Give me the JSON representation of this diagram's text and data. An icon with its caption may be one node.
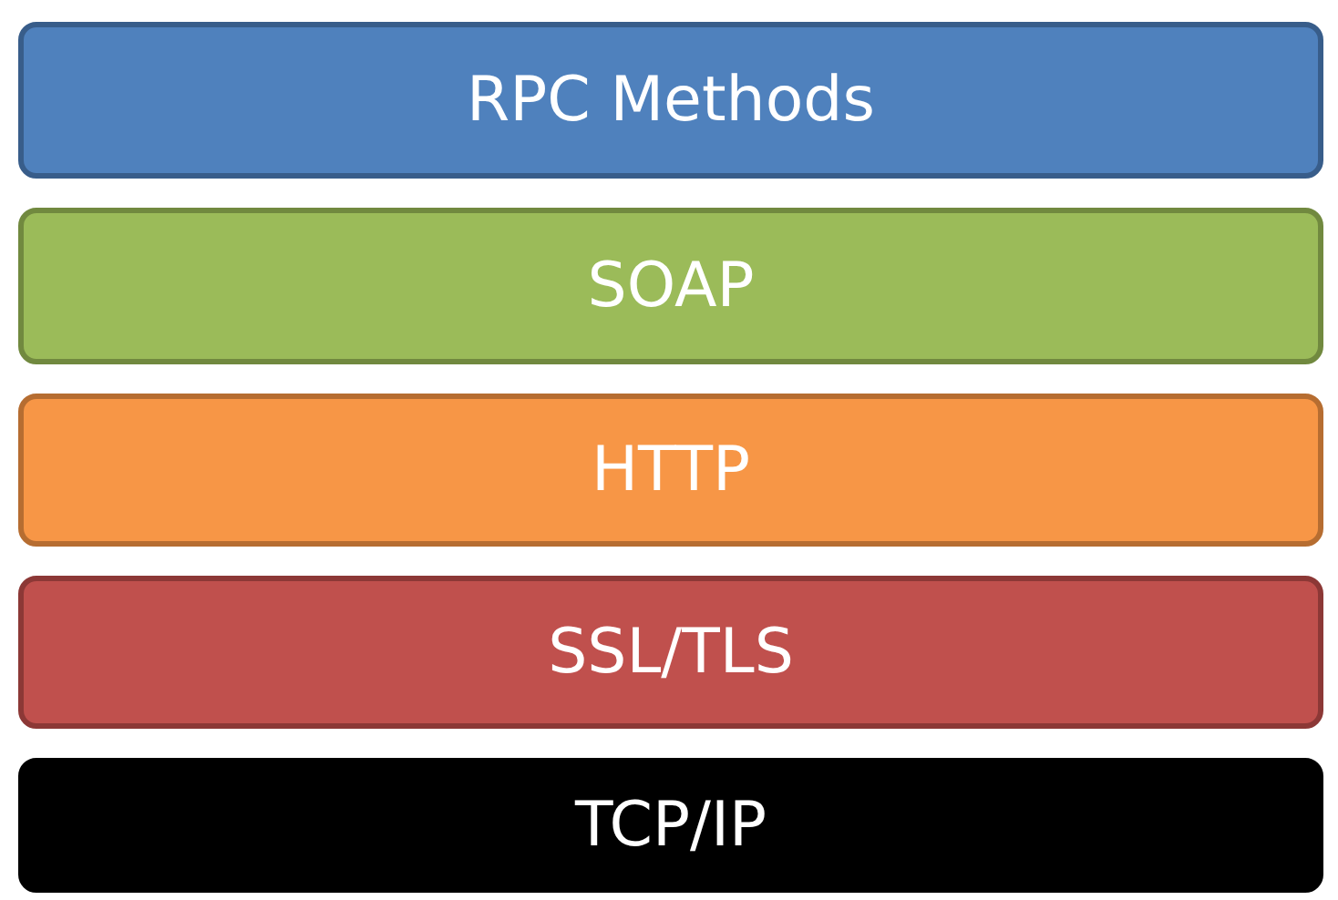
{
  "diagram": {
    "nodes": [
      {
        "text": [
          "RPC Methods"
        ]
      },
      {
        "text": [
          "SOAP"
        ]
      },
      {
        "text": [
          "HTTP"
        ]
      },
      {
        "text": [
          "SSL/TLS"
        ]
      },
      {
        "text": [
          "TCP/IP"
        ]
      }
    ]
  }
}
